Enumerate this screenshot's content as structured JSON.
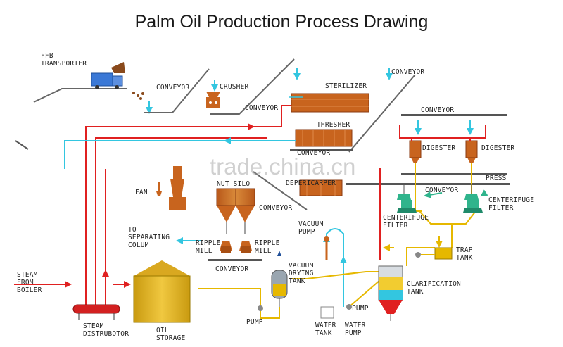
{
  "title": "Palm Oil Production Process Drawing",
  "watermark": "trade.china.cn",
  "labels": {
    "ffb_transporter": "FFB\nTRANSPORTER",
    "conveyor_1": "CONVEYOR",
    "crusher": "CRUSHER",
    "conveyor_2": "CONVEYOR",
    "sterilizer": "STERILIZER",
    "conveyor_3": "CONVEYOR",
    "conveyor_4": "CONVEYOR",
    "thresher": "THRESHER",
    "conveyor_5": "CONVEYOR",
    "digester_1": "DIGESTER",
    "digester_2": "DIGESTER",
    "press": "PRESS",
    "fan": "FAN",
    "nut_silo": "NUT SILO",
    "depericarper": "DEPERICARPER",
    "conveyor_6": "CONVEYOR",
    "conveyor_7": "CONVEYOR",
    "centerifuge_filter_1": "CENTERIFUGE\nFILTER",
    "centerifuge_filter_2": "CENTERIFUGE\nFILTER",
    "to_separating": "TO\nSEPARATING\nCOLUM",
    "ripple_mill_1": "RIPPLE\nMILL",
    "ripple_mill_2": "RIPPLE\nMILL",
    "vacuum_pump": "VACUUM\nPUMP",
    "conveyor_8": "CONVEYOR",
    "trap_tank": "TRAP\nTANK",
    "vacuum_drying": "VACUUM\nDRYING\nTANK",
    "steam_from_boiler": "STEAM\nFROM\nBOILER",
    "clarification": "CLARIFICATION\nTANK",
    "pump_1": "PUMP",
    "pump_2": "PUMP",
    "water_tank": "WATER\nTANK",
    "water_pump": "WATER\nPUMP",
    "steam_distributor": "STEAM\nDISTRUBOTOR",
    "oil_storage": "OIL\nSTORAGE"
  },
  "colors": {
    "steam": "#e02020",
    "water": "#33c6e0",
    "oil": "#e6b800",
    "equipment": "#c8641e",
    "conveyor": "#555555",
    "separator": "#2fb48c"
  }
}
